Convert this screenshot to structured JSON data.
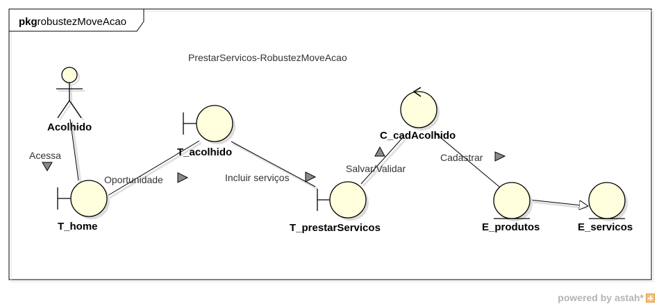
{
  "package": {
    "keyword": "pkg",
    "name": "robustezMoveAcao"
  },
  "diagram_title": "PrestarServicos-RobustezMoveAcao",
  "nodes": {
    "actor": "Acolhido",
    "t_home": "T_home",
    "t_acolhido": "T_acolhido",
    "t_prestar": "T_prestarServicos",
    "c_cad": "C_cadAcolhido",
    "e_produtos": "E_produtos",
    "e_servicos": "E_servicos"
  },
  "messages": {
    "acessa": "Acessa",
    "oportunidade": "Oportunidade",
    "incluir": "Incluir serviços",
    "salvar": "Salvar/Validar",
    "cadastrar": "Cadastrar"
  },
  "watermark": {
    "text": "powered by astah*"
  },
  "colors": {
    "fill": "#ffffdd",
    "stroke": "#000000",
    "arrow": "#8a8a8a",
    "frame": "#000000"
  }
}
